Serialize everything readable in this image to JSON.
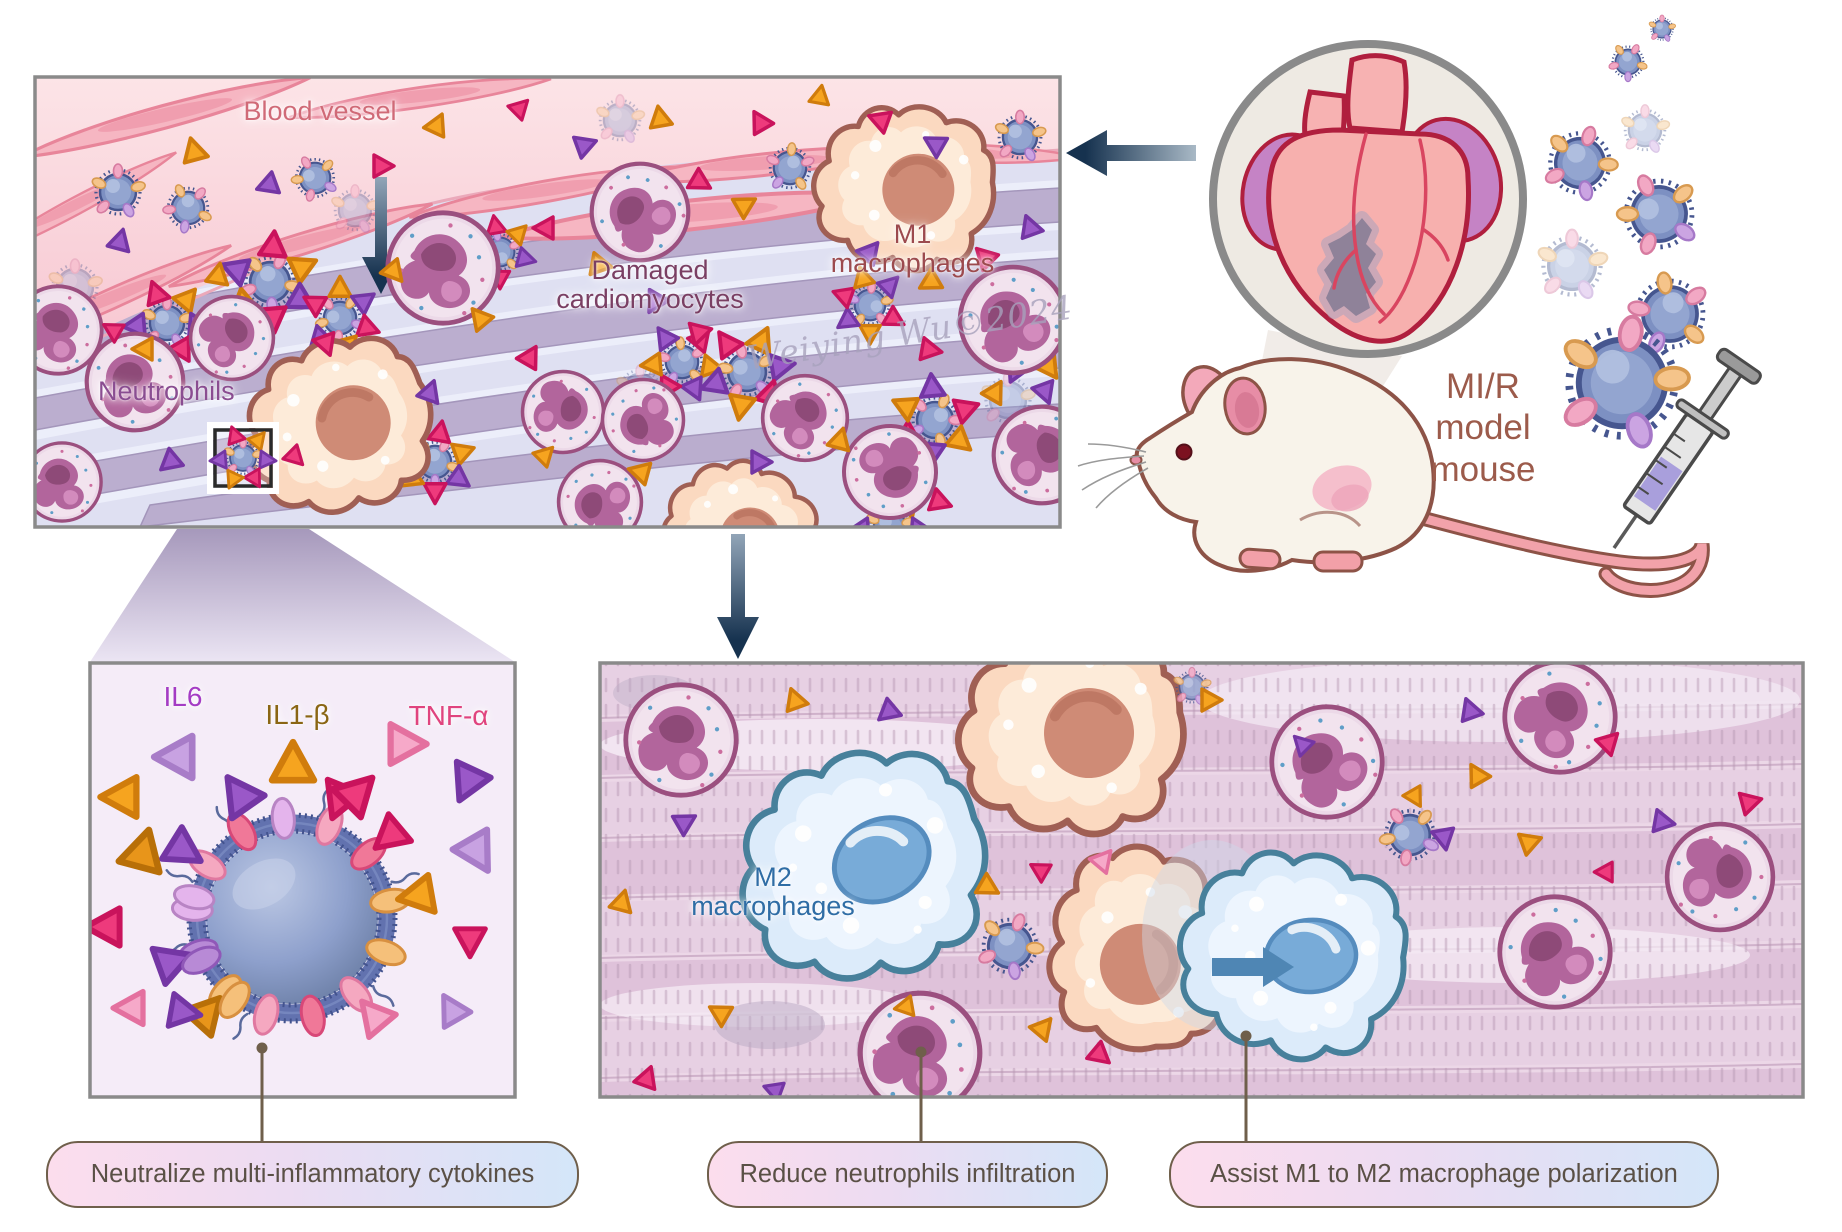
{
  "figure_type": "biomedical-illustration",
  "panels": {
    "injury": {
      "blood_vessel": "Blood vessel",
      "neutrophils": "Neutrophils",
      "damaged_line1": "Damaged",
      "damaged_line2": "cardiomyocytes",
      "m1_line1": "M1",
      "m1_line2": "macrophages"
    },
    "cytokines": {
      "il6": "IL6",
      "il1b": "IL1-β",
      "tnfa": "TNF-α"
    },
    "treated": {
      "m2_line1": "M2",
      "m2_line2": "macrophages"
    }
  },
  "mouse_label": {
    "line1": "MI/R",
    "line2": "model",
    "line3": "mouse"
  },
  "watermark": "Weiying Wu©2024",
  "captions": {
    "neutralize": "Neutralize multi-inflammatory cytokines",
    "reduce": "Reduce neutrophils infiltration",
    "assist": "Assist M1 to M2 macrophage polarization"
  },
  "colors": {
    "arrow_navy": "#16324f",
    "transition_arrow_blue": "#4f86b4",
    "caption_border": "#6f5f4b",
    "caption_gradient_left": "#fcdded",
    "caption_gradient_right": "#d4e6f9",
    "caption_text": "#5a5046",
    "blood_vessel_label": "#d06a77",
    "neutrophils_label": "#8a4d91",
    "damaged_label": "#7a3f63",
    "m1_label": "#9c4a4e",
    "m2_label": "#2f6da5",
    "il6_label": "#a43cc4",
    "il1b_label": "#8a6614",
    "tnfa_label": "#e0447e",
    "mouse_label": "#9c5b4b",
    "watermark": "#a8a2bc",
    "panel_border": "#8a8a8a",
    "cytokine_orange": "#f6a41f",
    "cytokine_magenta": "#ee3a7c",
    "cytokine_purple": "#9a58c8"
  }
}
